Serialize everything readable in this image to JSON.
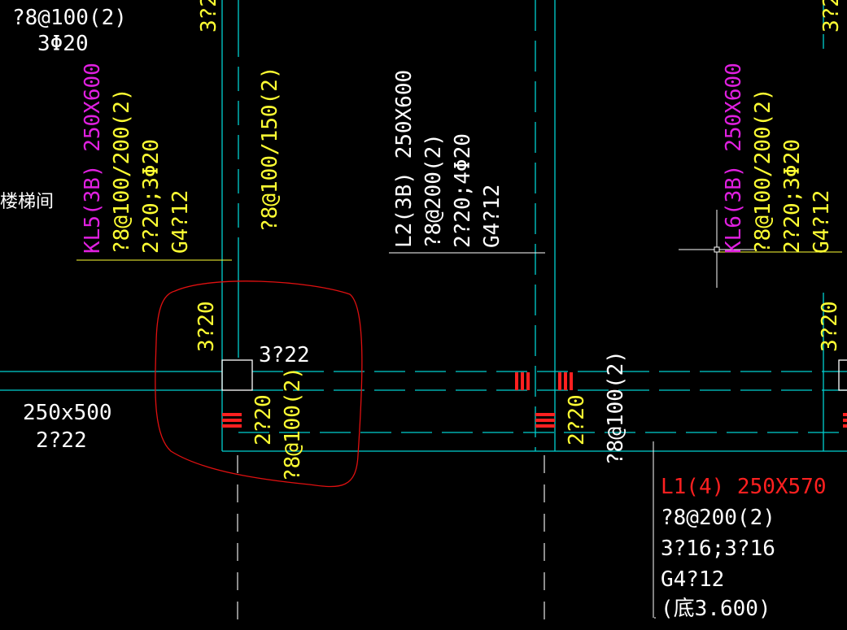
{
  "colors": {
    "background": "#000000",
    "beam_line": "#00d0d0",
    "white_text": "#ffffff",
    "yellow_text": "#ffff33",
    "magenta_text": "#e020e0",
    "red": "#ff2020",
    "revision_cloud": "#e01010"
  },
  "labels": {
    "top_left_stirrup": "?8@100(2)",
    "top_left_bars": "3Φ20",
    "stair_room": "楼梯间",
    "left_beam_size": "250x500",
    "left_beam_bars": "2?22",
    "top_col1_bars": "3?2",
    "top_right_bars": "3?2",
    "col1_stirrup": "?8@100/150(2)",
    "col1_bars": "3?20",
    "node_bars_right": "3?22",
    "node_bottom_bars": "2?20",
    "node_bottom_stirrup": "?8@100(2)",
    "mid_bottom_bars": "2?20",
    "mid_bottom_stirrup": "?8@100(2)",
    "right_col_bars": "3?20"
  },
  "beams": {
    "kl5": {
      "name": "KL5(3B) 250X600",
      "stirrup": "?8@100/200(2)",
      "bars": "2?20;3Φ20",
      "side_bars": "G4?12"
    },
    "l2": {
      "name": "L2(3B) 250X600",
      "stirrup": "?8@200(2)",
      "bars": "2?20;4Φ20",
      "side_bars": "G4?12"
    },
    "kl6": {
      "name": "KL6(3B) 250X600",
      "stirrup": "?8@100/200(2)",
      "bars": "2?20;3Φ20",
      "side_bars": "G4?12"
    },
    "l1": {
      "name": "L1(4) 250X570",
      "stirrup": "?8@200(2)",
      "bars": "3?16;3?16",
      "side_bars": "G4?12",
      "elevation": "(底3.600)"
    }
  }
}
